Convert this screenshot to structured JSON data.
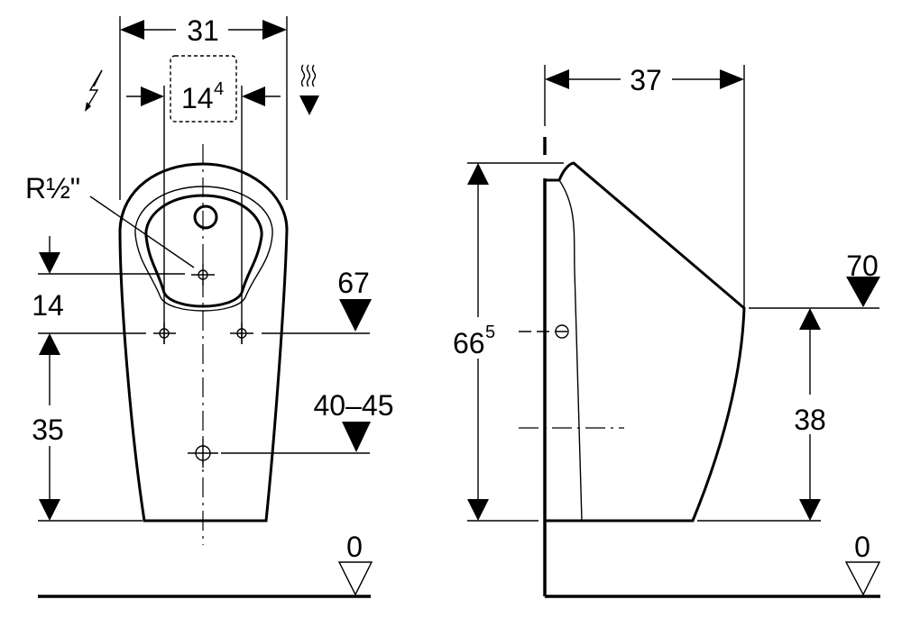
{
  "front_view": {
    "width_label": "31",
    "spacing_label": "14",
    "spacing_sup": "4",
    "thread_label": "R½\"",
    "offset_label": "14",
    "height_label": "35",
    "level_inlet": "67",
    "level_outlet": "40–45",
    "floor_level": "0"
  },
  "side_view": {
    "depth_label": "37",
    "height_label": "66",
    "height_sup": "5",
    "rim_height": "38",
    "level_rim": "70",
    "floor_level": "0"
  },
  "icons": [
    "electric-supply-icon",
    "warm-air-icon"
  ]
}
